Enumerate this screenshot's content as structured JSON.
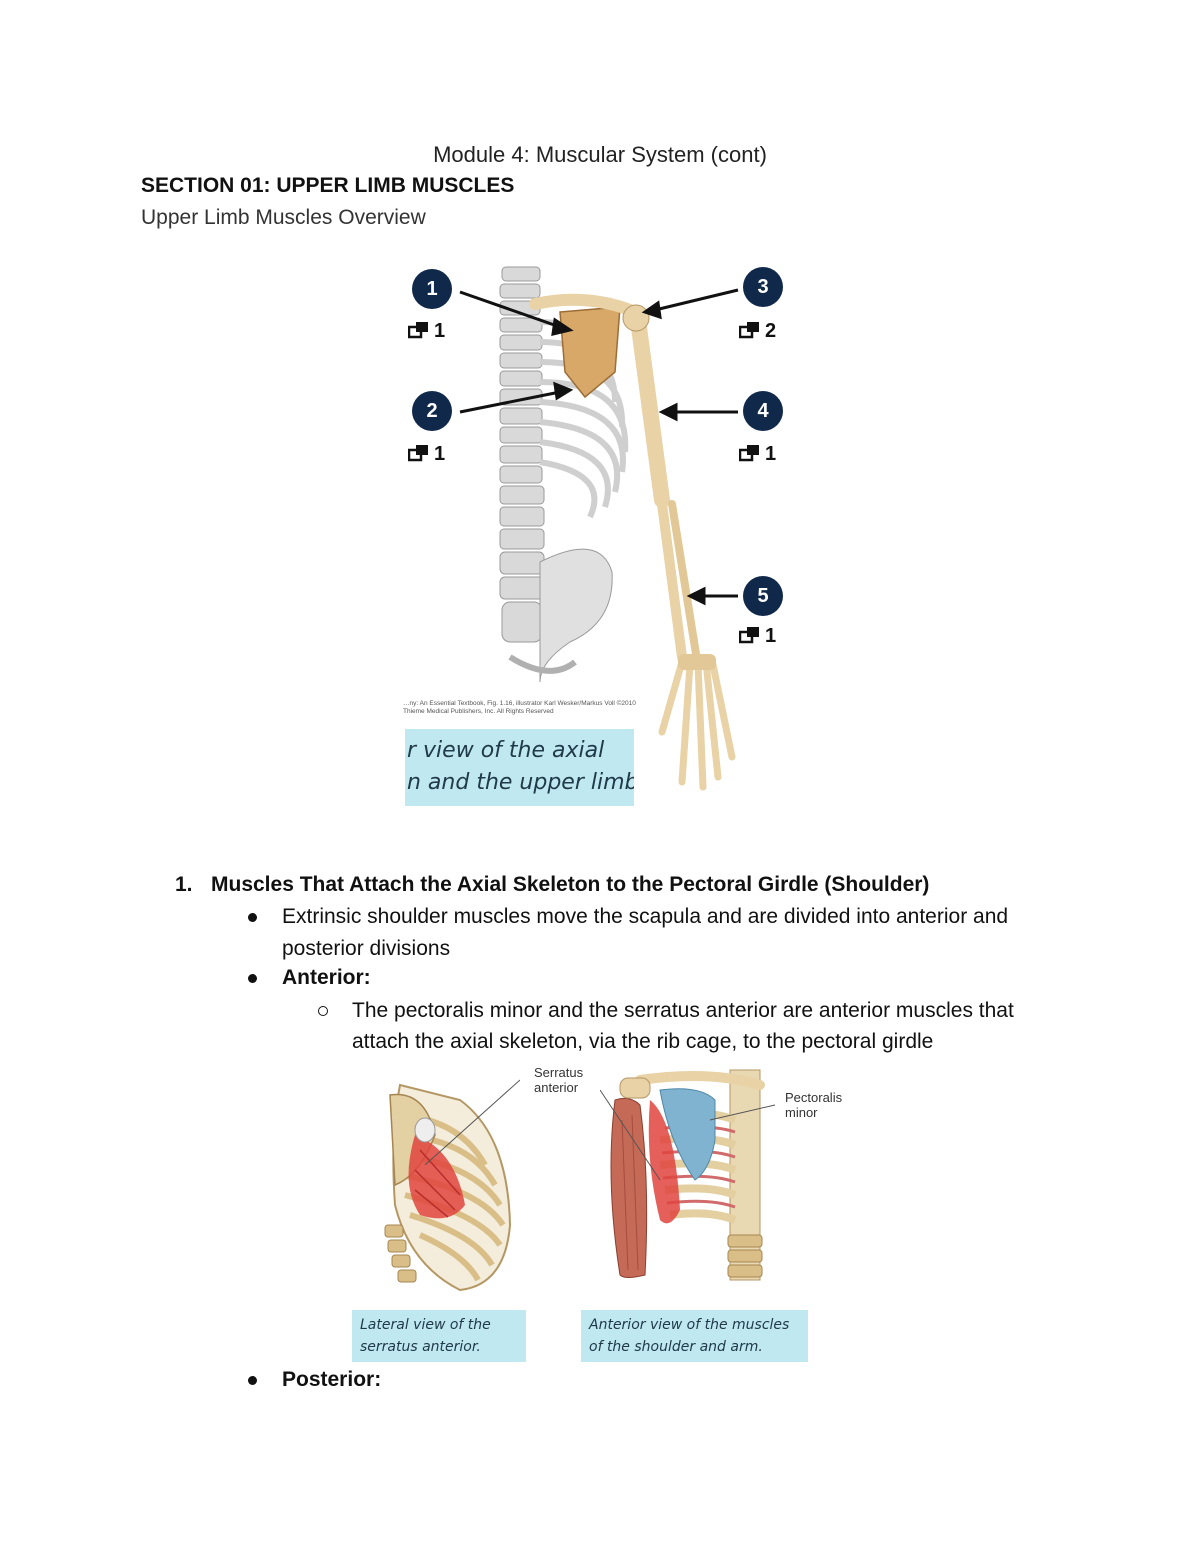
{
  "doc": {
    "title": "Module 4: Muscular System (cont)",
    "section": "SECTION 01: UPPER LIMB MUSCLES",
    "subtitle": "Upper Limb Muscles Overview"
  },
  "figure1": {
    "markers": [
      {
        "n": "1",
        "ref": "1"
      },
      {
        "n": "2",
        "ref": "1"
      },
      {
        "n": "3",
        "ref": "2"
      },
      {
        "n": "4",
        "ref": "1"
      },
      {
        "n": "5",
        "ref": "1"
      }
    ],
    "credit": "…ny: An Essential Textbook, Fig. 1.16, illustrator Karl Wesker/Markus Voll ©2010 Thieme Medical Publishers, Inc. All Rights Reserved",
    "caption_line1": "r view of the axial",
    "caption_line2": "n and the upper limb."
  },
  "content": {
    "heading_num": "1.",
    "heading": "Muscles That Attach the Axial Skeleton to the Pectoral Girdle (Shoulder)",
    "bullet1": "Extrinsic shoulder muscles move the scapula and are divided into anterior and posterior divisions",
    "bullet2": "Anterior:",
    "sub1": "The pectoralis minor and the serratus anterior are anterior muscles that attach the axial skeleton, via the rib cage, to the pectoral girdle",
    "bullet3": "Posterior:"
  },
  "figure2": {
    "label_serratus_1": "Serratus",
    "label_serratus_2": "anterior",
    "label_pect_1": "Pectoralis",
    "label_pect_2": "minor",
    "caption_left_1": "Lateral view of the",
    "caption_left_2": "serratus anterior.",
    "caption_right_1": "Anterior view of the muscles",
    "caption_right_2": "of the shoulder and arm."
  },
  "colors": {
    "marker": "#10294a",
    "caption_bg": "#bfe8f1",
    "bone": "#e8d2a6",
    "muscle_red": "#e0443e",
    "muscle_blue": "#7fb3cf"
  }
}
